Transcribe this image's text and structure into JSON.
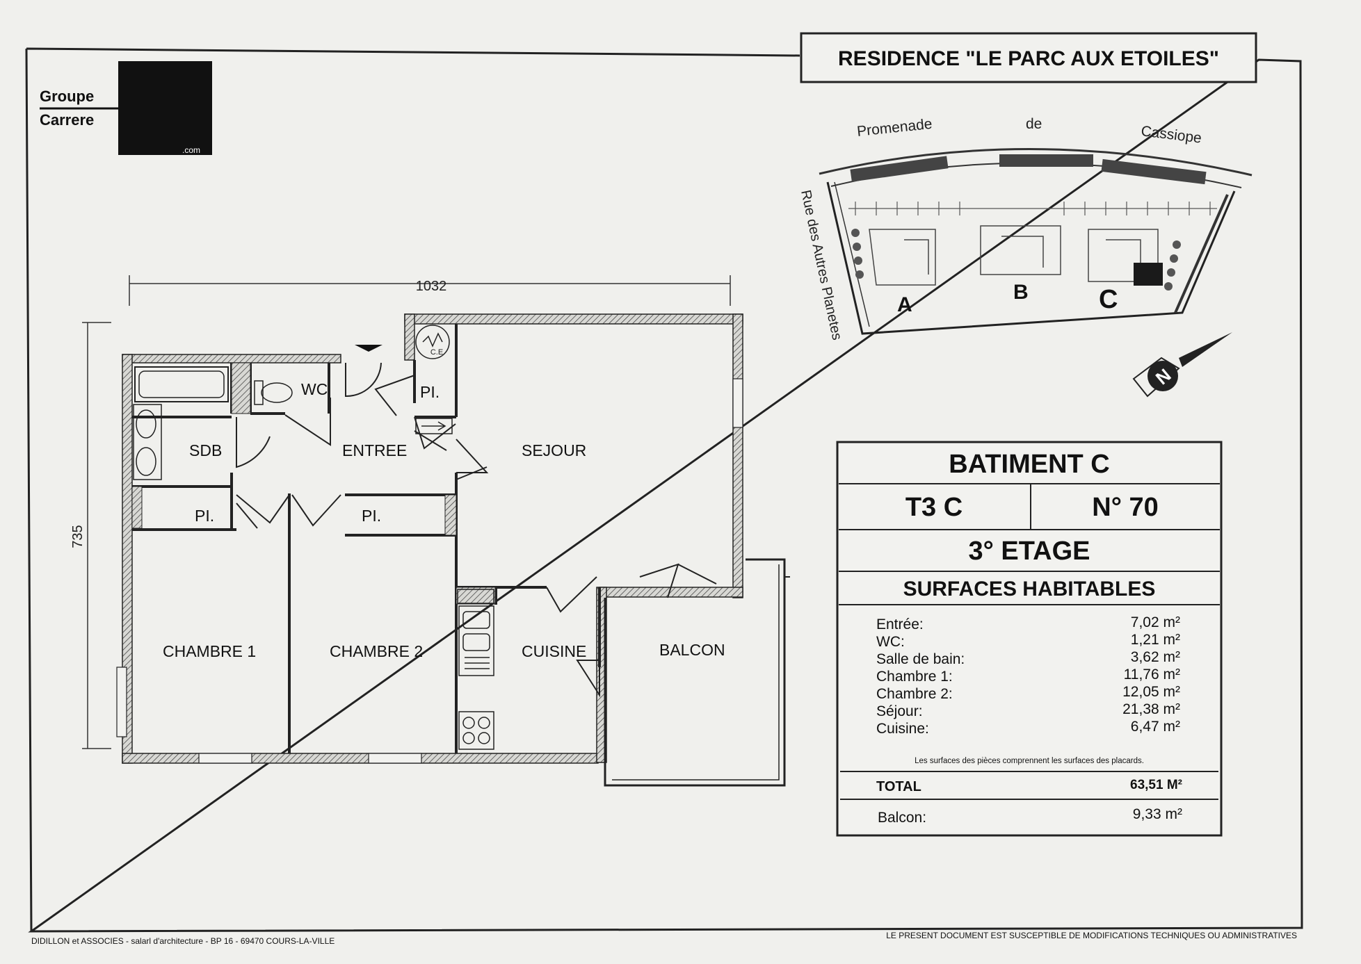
{
  "logo": {
    "line1": "Groupe",
    "line2": "Carrere",
    "suffix": ".com"
  },
  "residence_title": "RESIDENCE \"LE PARC AUX ETOILES\"",
  "site_plan": {
    "street_top_1": "Promenade",
    "street_top_2": "de",
    "street_top_3": "Cassiope",
    "street_side": "Rue des Autres Planetes",
    "building_a": "A",
    "building_b": "B",
    "building_c": "C",
    "compass_letter": "N"
  },
  "dimensions": {
    "width": "1032",
    "height": "735"
  },
  "rooms": {
    "wc": "WC",
    "pl_entry": "PI.",
    "ce": "C.E",
    "sdb": "SDB",
    "entree": "ENTREE",
    "sejour": "SEJOUR",
    "pl_sdb": "PI.",
    "pl_ch2": "PI.",
    "chambre1": "CHAMBRE 1",
    "chambre2": "CHAMBRE 2",
    "cuisine": "CUISINE",
    "balcon": "BALCON"
  },
  "info_box": {
    "building": "BATIMENT C",
    "type": "T3 C",
    "number": "N° 70",
    "floor": "3° ETAGE",
    "heading": "SURFACES HABITABLES",
    "surfaces": [
      {
        "label": "Entrée:",
        "value": "7,02 m²"
      },
      {
        "label": "WC:",
        "value": "1,21 m²"
      },
      {
        "label": "Salle de bain:",
        "value": "3,62 m²"
      },
      {
        "label": "Chambre 1:",
        "value": "11,76 m²"
      },
      {
        "label": "Chambre 2:",
        "value": "12,05 m²"
      },
      {
        "label": "Séjour:",
        "value": "21,38 m²"
      },
      {
        "label": "Cuisine:",
        "value": "6,47 m²"
      }
    ],
    "note": "Les surfaces des pièces comprennent les surfaces des placards.",
    "total_label": "TOTAL",
    "total_value": "63,51 M²",
    "balcon_label": "Balcon:",
    "balcon_value": "9,33 m²"
  },
  "footer": {
    "left": "DIDILLON et ASSOCIES - salarl d'architecture - BP 16 - 69470 COURS-LA-VILLE",
    "right": "LE PRESENT DOCUMENT EST SUSCEPTIBLE DE MODIFICATIONS TECHNIQUES OU ADMINISTRATIVES"
  }
}
